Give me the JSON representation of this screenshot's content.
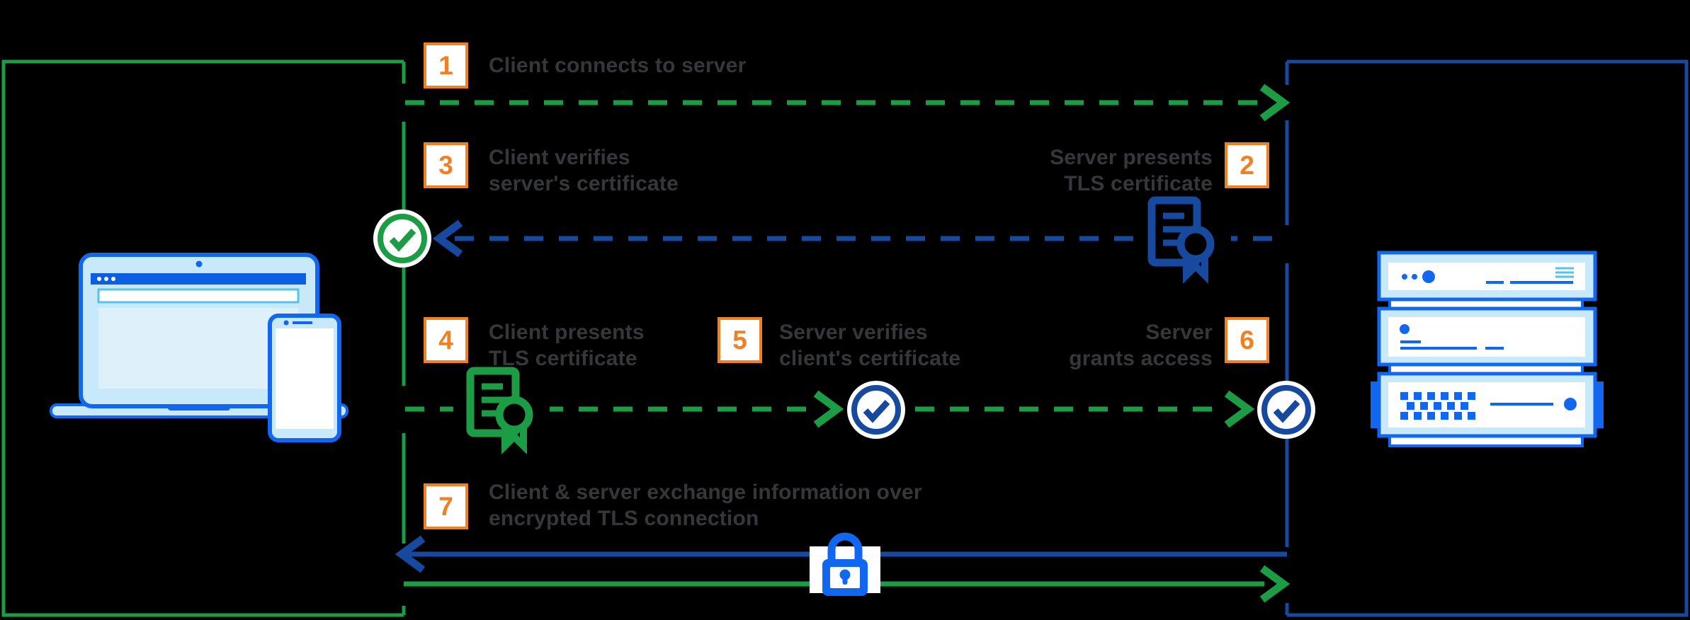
{
  "diagram_title": "",
  "steps": [
    {
      "num": "1",
      "label": "Client connects to server"
    },
    {
      "num": "2",
      "label": "Server presents\nTLS certificate"
    },
    {
      "num": "3",
      "label": "Client verifies\nserver's certificate"
    },
    {
      "num": "4",
      "label": "Client presents\nTLS certificate"
    },
    {
      "num": "5",
      "label": "Server verifies\nclient's certificate"
    },
    {
      "num": "6",
      "label": "Server\ngrants access"
    },
    {
      "num": "7",
      "label": "Client & server exchange information over\nencrypted TLS connection"
    }
  ],
  "icons": [
    "laptop-icon",
    "phone-icon",
    "server-rack-icon",
    "certificate-icon-blue",
    "certificate-icon-green",
    "check-circle-icon-green",
    "check-circle-icon-blue-1",
    "check-circle-icon-blue-2",
    "lock-icon",
    "dashed-arrow-green-right",
    "dashed-arrow-blue-left",
    "solid-arrow-blue-left",
    "solid-arrow-green-right"
  ],
  "colors": {
    "green": "#1c9c44",
    "navy": "#17499e",
    "bright_blue": "#1267f1",
    "browser_blue": "#0c5fe0",
    "light_blue": "#c8e9fa",
    "pale_blue": "#def1fb",
    "cyan": "#55c3e9",
    "orange": "#ef8023",
    "step_text": "#35373a",
    "background": "#000000"
  }
}
